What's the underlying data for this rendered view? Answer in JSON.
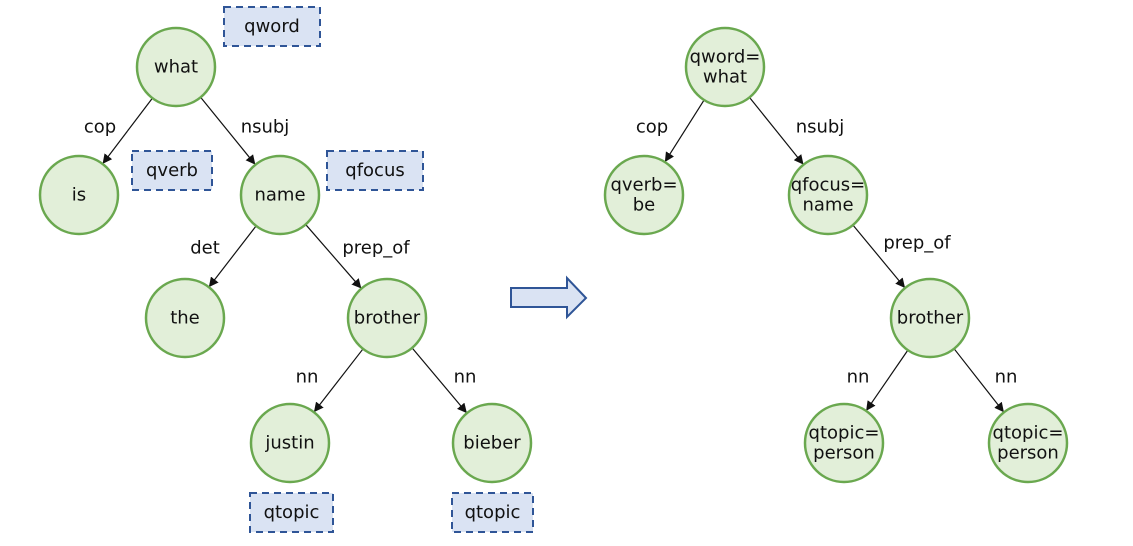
{
  "colors": {
    "node_fill": "#e2efd9",
    "node_stroke": "#6aa84f",
    "tag_fill": "#dae3f3",
    "tag_stroke": "#2f5597",
    "edge": "#111111"
  },
  "left_tree": {
    "nodes": [
      {
        "id": "what",
        "lines": [
          "what"
        ]
      },
      {
        "id": "is",
        "lines": [
          "is"
        ]
      },
      {
        "id": "name",
        "lines": [
          "name"
        ]
      },
      {
        "id": "the",
        "lines": [
          "the"
        ]
      },
      {
        "id": "brother",
        "lines": [
          "brother"
        ]
      },
      {
        "id": "justin",
        "lines": [
          "justin"
        ]
      },
      {
        "id": "bieber",
        "lines": [
          "bieber"
        ]
      }
    ],
    "edges": [
      {
        "from": "what",
        "to": "is",
        "label": "cop"
      },
      {
        "from": "what",
        "to": "name",
        "label": "nsubj"
      },
      {
        "from": "name",
        "to": "the",
        "label": "det"
      },
      {
        "from": "name",
        "to": "brother",
        "label": "prep_of"
      },
      {
        "from": "brother",
        "to": "justin",
        "label": "nn"
      },
      {
        "from": "brother",
        "to": "bieber",
        "label": "nn"
      }
    ],
    "tags": [
      {
        "id": "tag-qword",
        "text": "qword"
      },
      {
        "id": "tag-qverb",
        "text": "qverb"
      },
      {
        "id": "tag-qfocus",
        "text": "qfocus"
      },
      {
        "id": "tag-qtopic-justin",
        "text": "qtopic"
      },
      {
        "id": "tag-qtopic-bieber",
        "text": "qtopic"
      }
    ]
  },
  "transform_arrow": {
    "icon": "right-arrow-icon"
  },
  "right_tree": {
    "nodes": [
      {
        "id": "r-qword",
        "lines": [
          "qword=",
          "what"
        ]
      },
      {
        "id": "r-qverb",
        "lines": [
          "qverb=",
          "be"
        ]
      },
      {
        "id": "r-qfocus",
        "lines": [
          "qfocus=",
          "name"
        ]
      },
      {
        "id": "r-brother",
        "lines": [
          "brother"
        ]
      },
      {
        "id": "r-qtopic1",
        "lines": [
          "qtopic=",
          "person"
        ]
      },
      {
        "id": "r-qtopic2",
        "lines": [
          "qtopic=",
          "person"
        ]
      }
    ],
    "edges": [
      {
        "from": "r-qword",
        "to": "r-qverb",
        "label": "cop"
      },
      {
        "from": "r-qword",
        "to": "r-qfocus",
        "label": "nsubj"
      },
      {
        "from": "r-qfocus",
        "to": "r-brother",
        "label": "prep_of"
      },
      {
        "from": "r-brother",
        "to": "r-qtopic1",
        "label": "nn"
      },
      {
        "from": "r-brother",
        "to": "r-qtopic2",
        "label": "nn"
      }
    ]
  }
}
